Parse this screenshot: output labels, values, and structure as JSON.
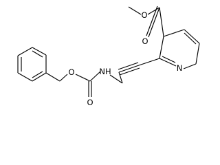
{
  "structure": {
    "type": "chemical-structure",
    "atom_labels": {
      "ester_carbonyl_oxygen": "O",
      "ester_ether_oxygen": "O",
      "pyridine_nitrogen": "N",
      "amine": "NH",
      "carbamate_ether_oxygen": "O",
      "carbamate_carbonyl_oxygen": "O"
    }
  }
}
